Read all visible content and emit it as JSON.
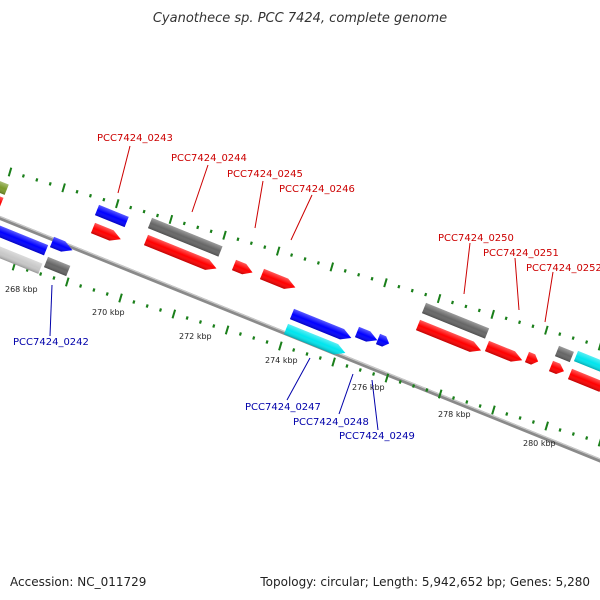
{
  "title": "Cyanothece sp. PCC 7424, complete genome",
  "footer": {
    "accession": "Accession: NC_011729",
    "summary": "Topology: circular; Length: 5,942,652 bp; Genes: 5,280"
  },
  "colors": {
    "forward_label": "#cc0000",
    "reverse_label": "#0000aa",
    "backbone": "#808080",
    "tick": "#1a7f1a",
    "red": "#ff0000",
    "blue": "#0000ff",
    "cyan": "#00e5ee",
    "gray": "#666666",
    "lightgray": "#c8c8c8",
    "olive": "#7a9a2a"
  },
  "scale_labels": [
    "268 kbp",
    "270 kbp",
    "272 kbp",
    "274 kbp",
    "276 kbp",
    "278 kbp",
    "280 kbp"
  ],
  "forward_gene_labels": [
    "PCC7424_0243",
    "PCC7424_0244",
    "PCC7424_0245",
    "PCC7424_0246",
    "PCC7424_0250",
    "PCC7424_0251",
    "PCC7424_0252"
  ],
  "reverse_gene_labels": [
    "PCC7424_0242",
    "PCC7424_0247",
    "PCC7424_0248",
    "PCC7424_0249"
  ]
}
